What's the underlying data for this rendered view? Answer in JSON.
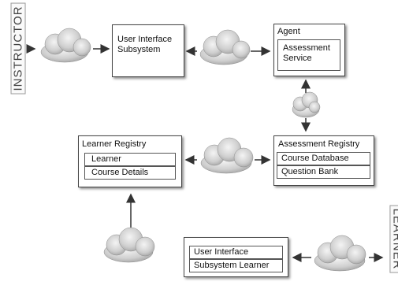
{
  "actors": {
    "instructor": "INSTRUCTOR",
    "learner": "LEARNER"
  },
  "ui_subsystem": {
    "line1": "User Interface",
    "line2": "Subsystem"
  },
  "agent": {
    "title": "Agent",
    "service_line1": "Assessment",
    "service_line2": "Service"
  },
  "learner_registry": {
    "title": "Learner Registry",
    "items": [
      "Learner",
      "Course Details"
    ]
  },
  "assessment_registry": {
    "title": "Assessment Registry",
    "items": [
      "Course Database",
      "Question Bank"
    ]
  },
  "ui_learner": {
    "items": [
      "User Interface",
      "Subsystem Learner"
    ]
  }
}
